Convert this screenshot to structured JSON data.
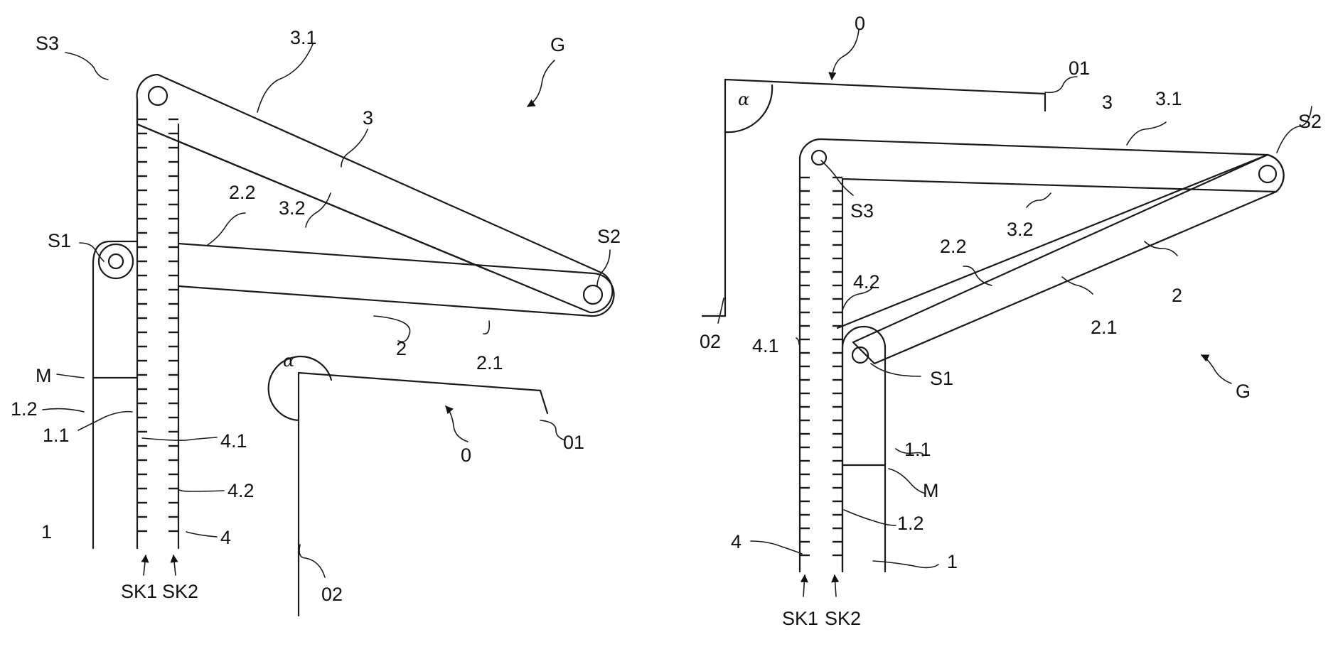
{
  "figures": [
    {
      "id": "left",
      "labels": {
        "s3": "S3",
        "s1": "S1",
        "s2": "S2",
        "l3_1": "3.1",
        "l3": "3",
        "l3_2": "3.2",
        "l2_2": "2.2",
        "l2": "2",
        "l2_1": "2.1",
        "g": "G",
        "m": "M",
        "l1_2": "1.2",
        "l1_1": "1.1",
        "l4_1": "4.1",
        "l4_2": "4.2",
        "l4": "4",
        "l1": "1",
        "sk1": "SK1",
        "sk2": "SK2",
        "alpha": "α",
        "o": "0",
        "o1": "01",
        "o2": "02"
      }
    },
    {
      "id": "right",
      "labels": {
        "o": "0",
        "o1": "01",
        "alpha": "α",
        "o2": "02",
        "l3": "3",
        "l3_1": "3.1",
        "s2": "S2",
        "s3": "S3",
        "l3_2": "3.2",
        "l2_2": "2.2",
        "l2": "2",
        "l4_2": "4.2",
        "l4_1": "4.1",
        "l2_1": "2.1",
        "s1": "S1",
        "g": "G",
        "l1_1": "1.1",
        "m": "M",
        "l1_2": "1.2",
        "l4": "4",
        "l1": "1",
        "sk1": "SK1",
        "sk2": "SK2"
      }
    }
  ],
  "colors": {
    "ink": "#1a1a1a",
    "paper": "#ffffff"
  }
}
